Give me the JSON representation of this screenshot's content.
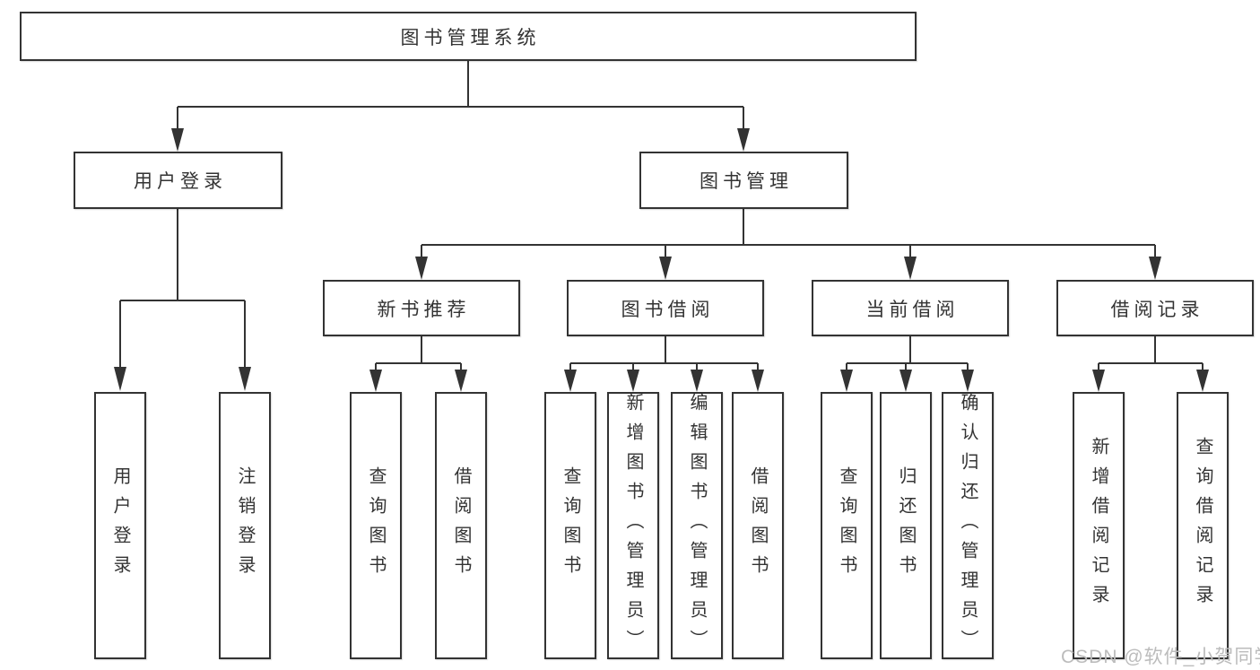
{
  "colors": {
    "bg": "#ffffff",
    "line": "#333333",
    "border": "#333333",
    "text": "#333333",
    "watermark": "#bcbcbc"
  },
  "tree": {
    "label": "图书管理系统",
    "children": [
      {
        "label": "用户登录",
        "children": [
          {
            "label": "用户登录"
          },
          {
            "label": "注销登录"
          }
        ]
      },
      {
        "label": "图书管理",
        "children": [
          {
            "label": "新书推荐",
            "children": [
              {
                "label": "查询图书"
              },
              {
                "label": "借阅图书"
              }
            ]
          },
          {
            "label": "图书借阅",
            "children": [
              {
                "label": "查询图书"
              },
              {
                "label": "新增图书（管理员）"
              },
              {
                "label": "编辑图书（管理员）"
              },
              {
                "label": "借阅图书"
              }
            ]
          },
          {
            "label": "当前借阅",
            "children": [
              {
                "label": "查询图书"
              },
              {
                "label": "归还图书"
              },
              {
                "label": "确认归还（管理员）"
              }
            ]
          },
          {
            "label": "借阅记录",
            "children": [
              {
                "label": "新增借阅记录"
              },
              {
                "label": "查询借阅记录"
              }
            ]
          }
        ]
      }
    ]
  },
  "watermark": {
    "text": "CSDN @软件_小贺同学"
  }
}
